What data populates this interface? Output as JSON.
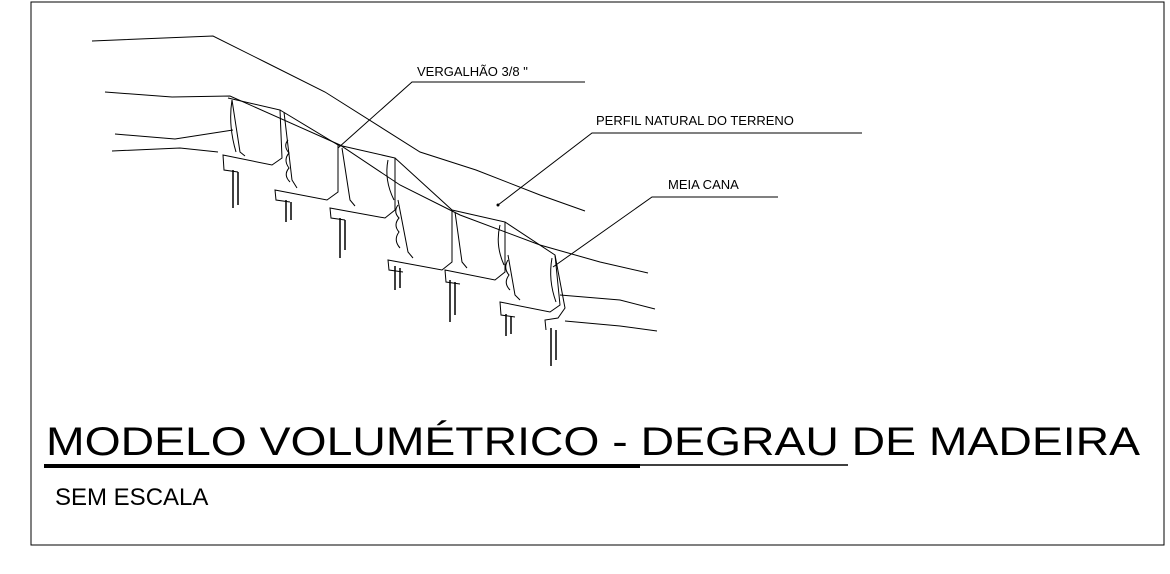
{
  "drawing": {
    "labels": {
      "rebar": "VERGALHÃO 3/8 \"",
      "terrain_profile": "PERFIL NATURAL DO TERRENO",
      "half_round": "MEIA CANA"
    },
    "title": "MODELO VOLUMÉTRICO - DEGRAU  DE MADEIRA",
    "subtitle": "SEM ESCALA"
  }
}
